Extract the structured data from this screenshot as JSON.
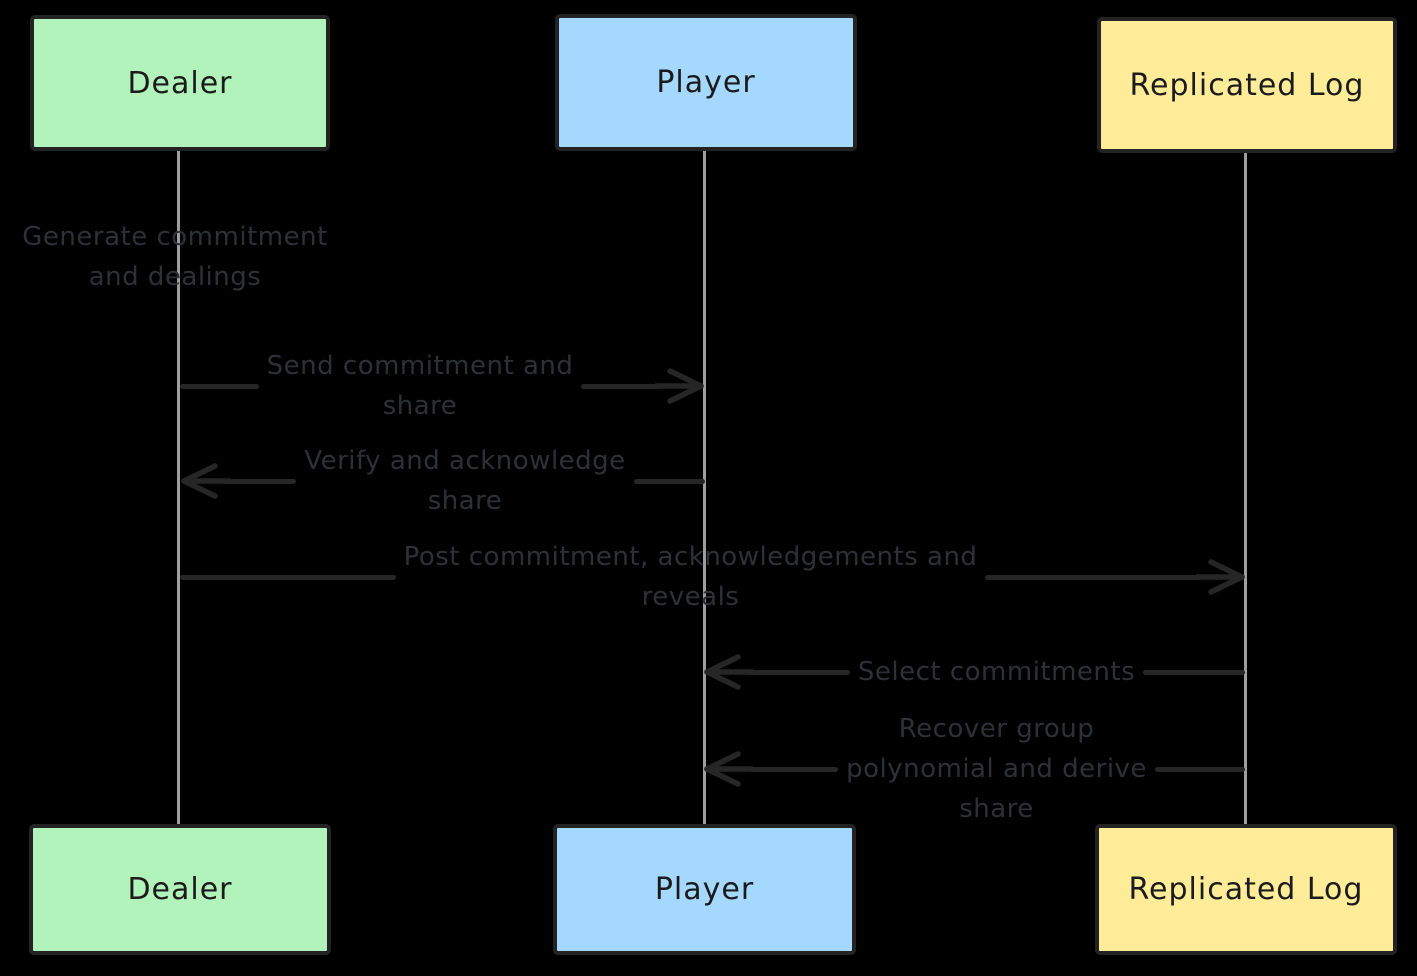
{
  "actors": [
    {
      "id": "dealer",
      "label": "Dealer",
      "fill": "#b2f2bb"
    },
    {
      "id": "player",
      "label": "Player",
      "fill": "#a5d8ff"
    },
    {
      "id": "replicated-log",
      "label": "Replicated Log",
      "fill": "#ffec99"
    }
  ],
  "messages": [
    {
      "type": "note",
      "actor": "dealer",
      "lines": [
        "Generate commitment",
        "and dealings"
      ]
    },
    {
      "type": "arrow",
      "from": "dealer",
      "to": "player",
      "lines": [
        "Send commitment and",
        "share"
      ]
    },
    {
      "type": "arrow",
      "from": "player",
      "to": "dealer",
      "lines": [
        "Verify and acknowledge",
        "share"
      ]
    },
    {
      "type": "arrow",
      "from": "dealer",
      "to": "replicated-log",
      "lines": [
        "Post commitment, acknowledgements and",
        "reveals"
      ]
    },
    {
      "type": "arrow",
      "from": "replicated-log",
      "to": "player",
      "lines": [
        "Select commitments"
      ]
    },
    {
      "type": "arrow",
      "from": "replicated-log",
      "to": "player",
      "lines": [
        "Recover group",
        "polynomial and derive",
        "share"
      ]
    }
  ],
  "colors": {
    "background": "#000000",
    "lifeline": "#9e9e9e",
    "arrow": "#262626",
    "message_text": "#2e3134",
    "box_border": "#232323",
    "box_text": "#1b1b1b",
    "dealer_fill": "#b2f2bb",
    "player_fill": "#a5d8ff",
    "replicated_log_fill": "#ffec99"
  }
}
